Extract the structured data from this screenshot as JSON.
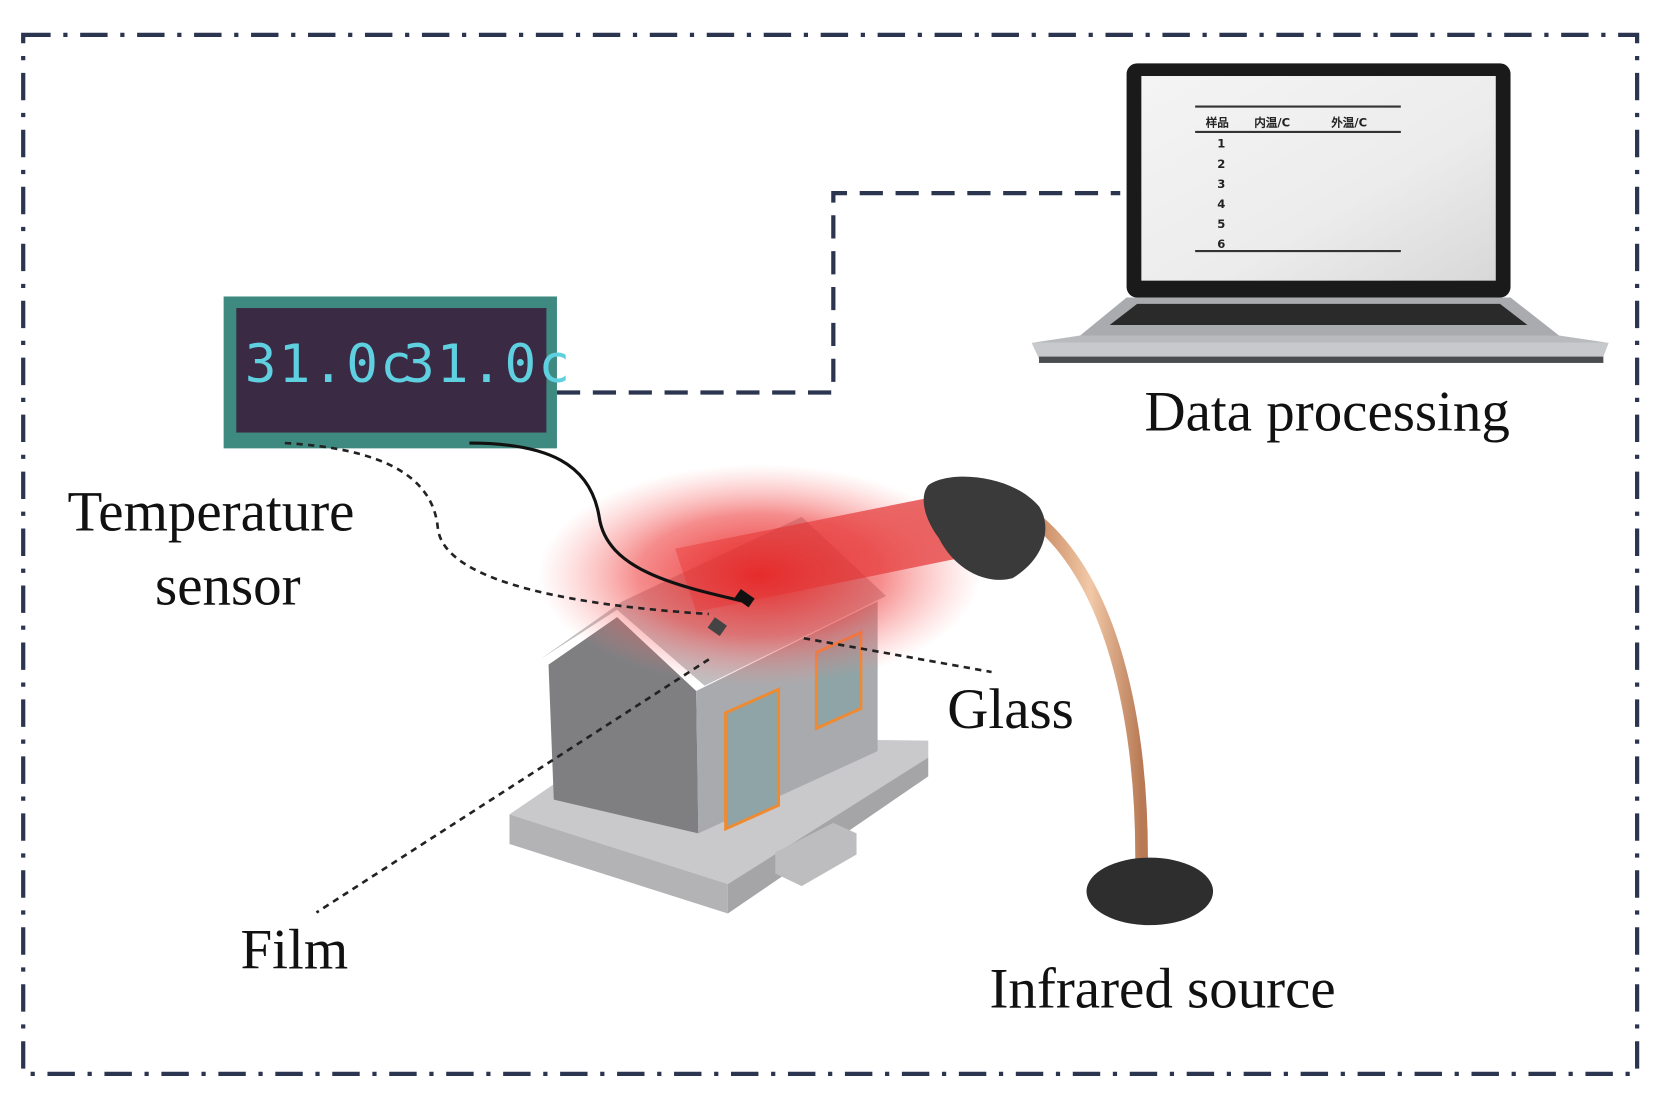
{
  "labels": {
    "temperature_sensor_line1": "Temperature",
    "temperature_sensor_line2": "sensor",
    "data_processing": "Data processing",
    "glass": "Glass",
    "film": "Film",
    "infrared_source": "Infrared source"
  },
  "display": {
    "reading_inner": "31.0c",
    "reading_outer": "31.0c"
  },
  "laptop_table": {
    "headers": [
      "样品",
      "内温/C",
      "外温/C"
    ],
    "rows": [
      "1",
      "2",
      "3",
      "4",
      "5",
      "6"
    ]
  },
  "colors": {
    "display_frame": "#3f8a80",
    "display_screen": "#3a2a44",
    "lcd_digits": "#5fd0e0",
    "infrared_beam": "#e83030",
    "connector_dash": "#2c3550"
  }
}
